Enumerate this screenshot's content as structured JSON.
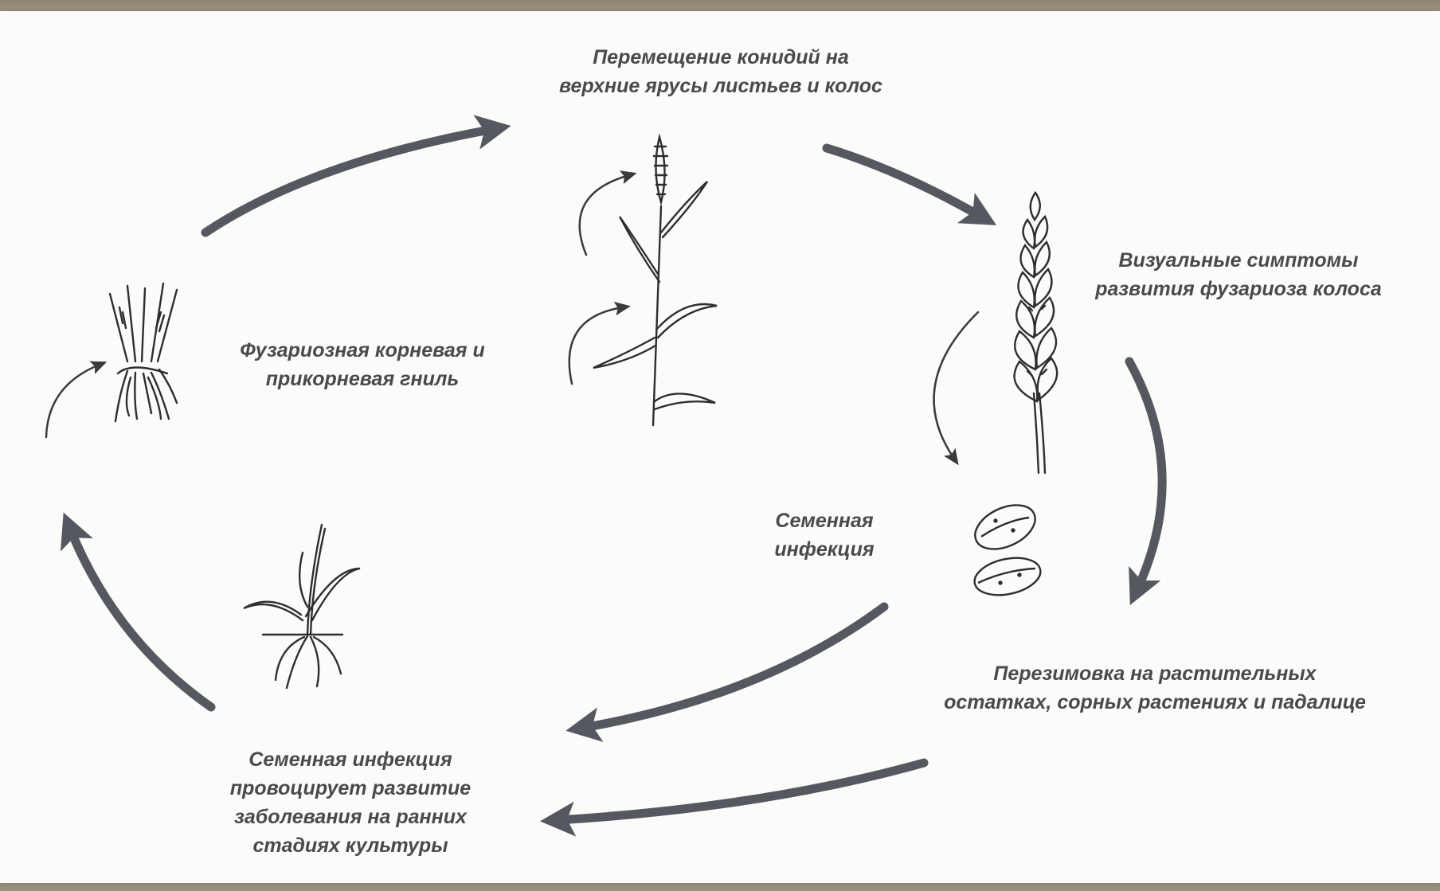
{
  "labels": {
    "conidia_movement": [
      "Перемещение конидий на",
      "верхние ярусы листьев и колос"
    ],
    "visual_symptoms": [
      "Визуальные симптомы",
      "развития фузариоза колоса"
    ],
    "root_rot": [
      "Фузариозная корневая и",
      "прикорневая гниль"
    ],
    "seed_infection": [
      "Семенная",
      "инфекция"
    ],
    "overwintering": [
      "Перезимовка на растительных",
      "остатках, сорных растениях и падалице"
    ],
    "seed_infection_provokes": [
      "Семенная инфекция",
      "провоцирует развитие",
      "заболевания на ранних",
      "стадиях культуры"
    ]
  },
  "colors": {
    "arrow": "#55585e",
    "line": "#2e2e2e",
    "text": "#4a4a4a",
    "sheet": "#fbfbfa"
  },
  "icons": [
    "root-rot-plant-icon",
    "cereal-plant-icon",
    "wheat-ear-icon",
    "seed-grains-icon",
    "seedling-icon"
  ]
}
